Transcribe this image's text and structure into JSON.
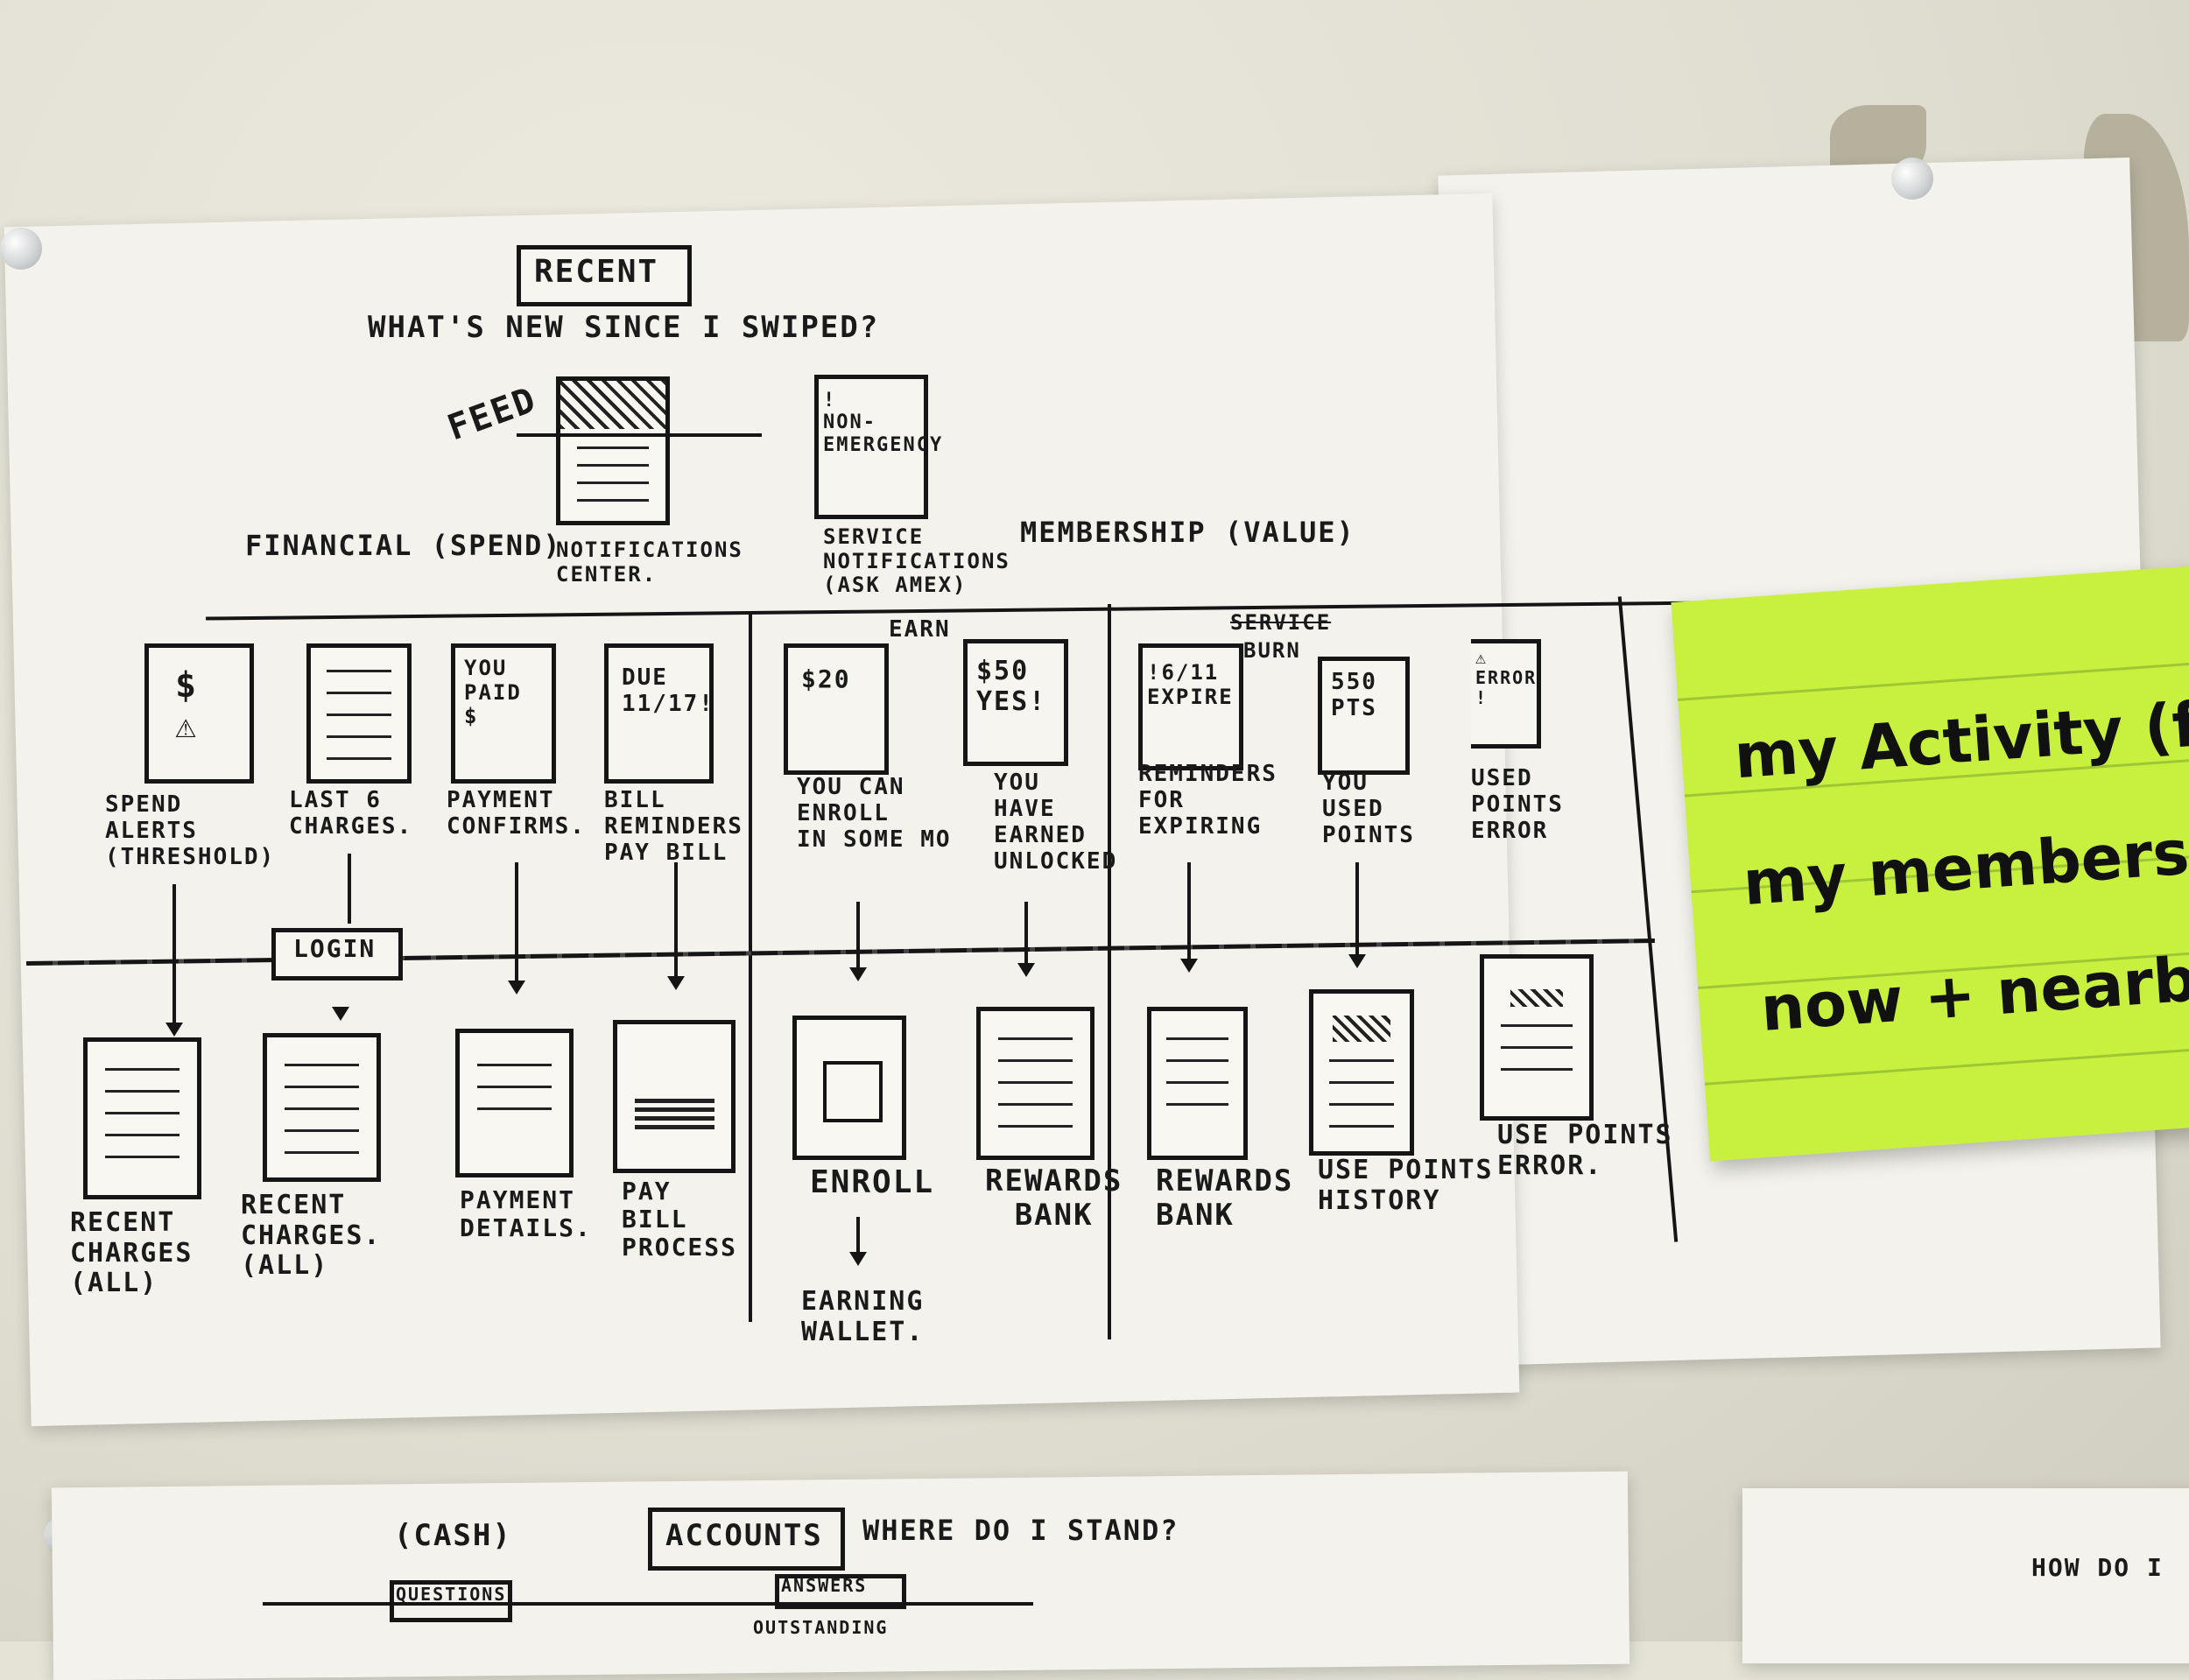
{
  "recent_sheet": {
    "title": "RECENT",
    "subtitle": "WHAT'S NEW SINCE I SWIPED?",
    "feed_label": "FEED",
    "notifications_label": "NOTIFICATIONS\nCENTER.",
    "service_card_text": "!\nNON-\nEMERGENCY",
    "service_label": "SERVICE\nNOTIFICATIONS\n(ASK AMEX)",
    "financial_label": "FINANCIAL (SPEND)",
    "membership_label": "MEMBERSHIP (VALUE)",
    "earn_label": "EARN",
    "service_struck": "SERVICE",
    "burn_label": "BURN",
    "login_label": "LOGIN",
    "top_cards": [
      {
        "card_text": "$\n⚠",
        "caption": "SPEND\nALERTS\n(THRESHOLD)"
      },
      {
        "card_text": "",
        "caption": "LAST 6\nCHARGES."
      },
      {
        "card_text": "YOU\nPAID\n$",
        "caption": "PAYMENT\nCONFIRMS."
      },
      {
        "card_text": "DUE\n11/17!",
        "caption": "BILL\nREMINDERS\nPAY BILL"
      },
      {
        "card_text": "$20",
        "caption": "YOU CAN\nENROLL\nIN SOME MO"
      },
      {
        "card_text": "$50\nYES!",
        "caption": "YOU\nHAVE\nEARNED\nUNLOCKED"
      },
      {
        "card_text": "!6/11\nEXPIRE",
        "caption": "REMINDERS\nFOR\nEXPIRING"
      },
      {
        "card_text": "550\nPTS",
        "caption": "YOU\nUSED\nPOINTS"
      },
      {
        "card_text": "⚠\nERROR\n!",
        "caption": "USED\nPOINTS\nERROR"
      }
    ],
    "bottom_cards": [
      {
        "caption": "RECENT\nCHARGES\n(ALL)"
      },
      {
        "caption": "RECENT\nCHARGES.\n(ALL)"
      },
      {
        "caption": "PAYMENT\nDETAILS."
      },
      {
        "caption": "PAY\nBILL\nPROCESS"
      },
      {
        "caption": "ENROLL"
      },
      {
        "caption": "REWARDS\nBANK"
      },
      {
        "caption": "REWARDS\nBANK"
      },
      {
        "caption": "USE POINTS\nHISTORY"
      },
      {
        "caption": "USE POINTS\nERROR."
      }
    ],
    "earning_label": "EARNING\nWALLET."
  },
  "sticky_note": {
    "lines": [
      "my Activity (feed)",
      "my membership (",
      "now + nearby ("
    ]
  },
  "lower_sheet": {
    "cash_label": "(CASH)",
    "title": "ACCOUNTS",
    "subtitle": "WHERE DO I STAND?",
    "questions_label": "QUESTIONS",
    "answers_label": "ANSWERS",
    "outstanding_label": "OUTSTANDING"
  },
  "right_lower_sheet": {
    "text": "HOW DO I"
  }
}
